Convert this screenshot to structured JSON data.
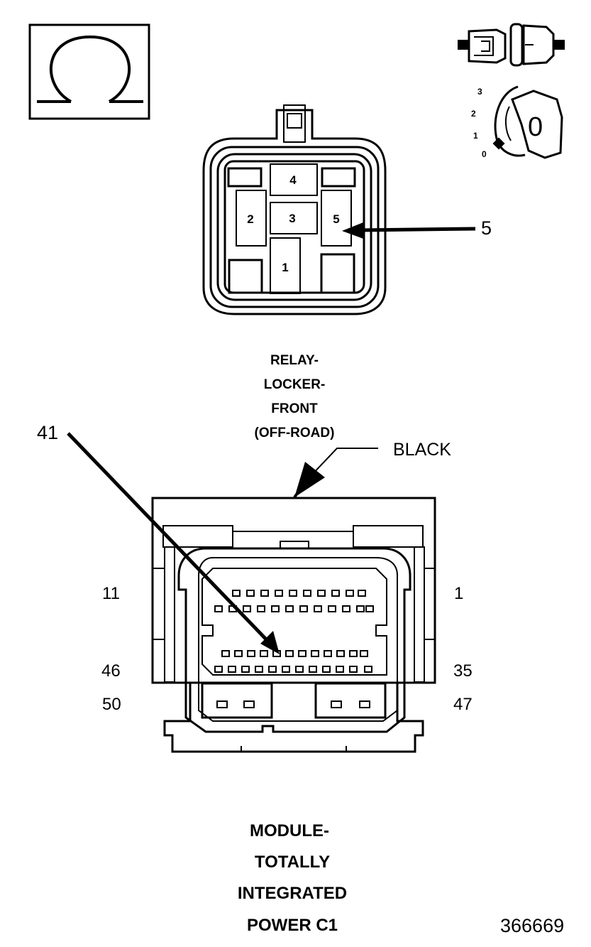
{
  "symbol": {
    "ohmmeter_icon": "ohm-icon",
    "glyph": "Ω"
  },
  "ignition": {
    "positions": [
      "3",
      "2",
      "1",
      "0"
    ],
    "key_label": "0"
  },
  "relay_connector": {
    "cavities": [
      "4",
      "2",
      "3",
      "5",
      "1"
    ],
    "callout": "5",
    "name_lines": [
      "RELAY-",
      "LOCKER-",
      "FRONT",
      "(OFF-ROAD)"
    ]
  },
  "module_connector": {
    "color_label": "BLACK",
    "callout": "41",
    "pin_labels": {
      "top_left": "11",
      "top_right": "1",
      "mid_left": "46",
      "mid_right": "35",
      "bot_left": "50",
      "bot_right": "47"
    },
    "name_lines": [
      "MODULE-",
      "TOTALLY",
      "INTEGRATED",
      "POWER C1"
    ]
  },
  "figure_number": "366669"
}
